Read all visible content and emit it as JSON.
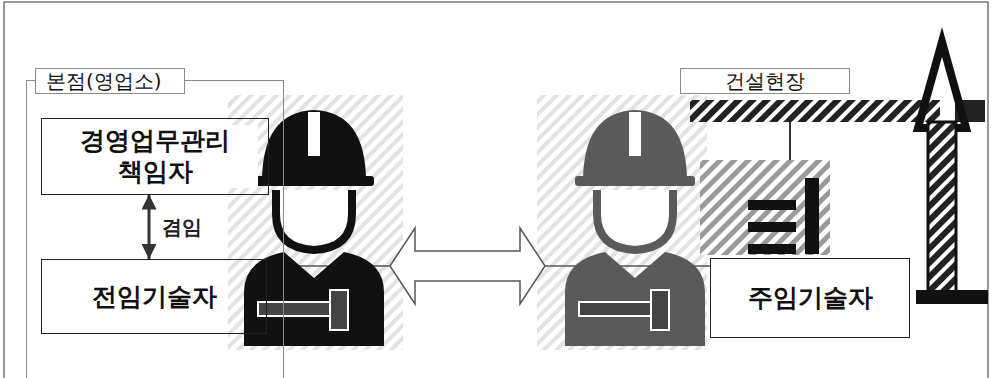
{
  "diagram": {
    "nodes": [
      {
        "text": [
          "본점(영업소)"
        ]
      },
      {
        "text": [
          "경영업무관리 책임자"
        ],
        "in": 0
      },
      {
        "text": [
          "전임기술자"
        ],
        "in": 0
      },
      {
        "text": [
          "건설현장"
        ]
      },
      {
        "text": [
          "주임기술자"
        ],
        "in": null
      }
    ],
    "edges": [
      {
        "from": 1,
        "to": 2,
        "label": "겸임",
        "arrow": "both"
      },
      {
        "from": 2,
        "to": 4,
        "arrow": "both"
      }
    ]
  }
}
